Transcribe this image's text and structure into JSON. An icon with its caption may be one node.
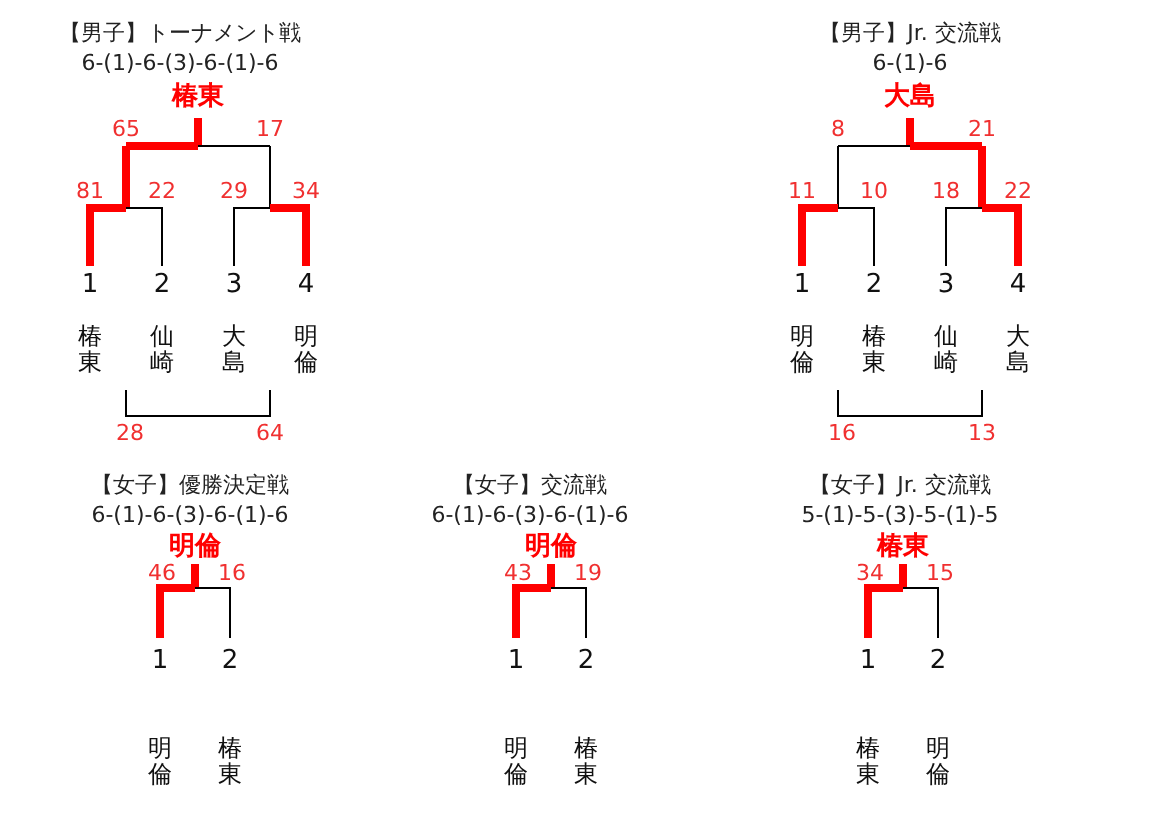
{
  "diagram": {
    "labels": [
      "【男子】トーナメント戦",
      "6-(1)-6-(3)-6-(1)-6",
      "椿東",
      "65",
      "17",
      "81",
      "22",
      "29",
      "34",
      "1",
      "2",
      "3",
      "4",
      "椿東",
      "仙崎",
      "大島",
      "明倫",
      "28",
      "64",
      "【男子】Jr. 交流戦",
      "6-(1)-6",
      "大島",
      "8",
      "21",
      "11",
      "10",
      "18",
      "22",
      "1",
      "2",
      "3",
      "4",
      "明倫",
      "椿東",
      "仙崎",
      "大島",
      "16",
      "13",
      "【女子】優勝決定戦",
      "6-(1)-6-(3)-6-(1)-6",
      "明倫",
      "46",
      "16",
      "1",
      "2",
      "明倫",
      "椿東",
      "【女子】交流戦",
      "6-(1)-6-(3)-6-(1)-6",
      "明倫",
      "43",
      "19",
      "1",
      "2",
      "明倫",
      "椿東",
      "【女子】Jr. 交流戦",
      "5-(1)-5-(3)-5-(1)-5",
      "椿東",
      "34",
      "15",
      "1",
      "2",
      "椿東",
      "明倫"
    ]
  }
}
